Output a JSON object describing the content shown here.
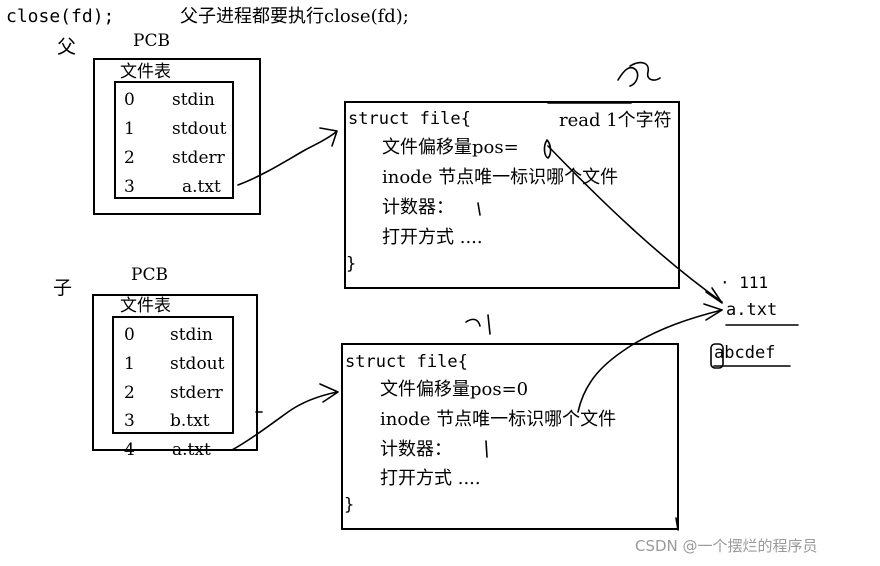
{
  "header": {
    "code": "close(fd);",
    "note": "父子进程都要执行close(fd);"
  },
  "parent": {
    "label": "父",
    "pcb": "PCB",
    "table_title": "文件表",
    "rows": [
      {
        "fd": "0",
        "name": "stdin"
      },
      {
        "fd": "1",
        "name": "stdout"
      },
      {
        "fd": "2",
        "name": "stderr"
      },
      {
        "fd": "3",
        "name": "a.txt"
      }
    ]
  },
  "child": {
    "label": "子",
    "pcb": "PCB",
    "table_title": "文件表",
    "rows": [
      {
        "fd": "0",
        "name": "stdin"
      },
      {
        "fd": "1",
        "name": "stdout"
      },
      {
        "fd": "2",
        "name": "stderr"
      },
      {
        "fd": "3",
        "name": "b.txt"
      },
      {
        "fd": "4",
        "name": "a.txt"
      }
    ]
  },
  "file_struct_top": {
    "lines": [
      "struct file{",
      "文件偏移量pos=",
      "inode 节点唯一标识哪个文件",
      "计数器：",
      "打开方式 ....",
      "}"
    ],
    "annotation": "read 1个字符"
  },
  "file_struct_bottom": {
    "lines": [
      "struct file{",
      "文件偏移量pos=0",
      "inode 节点唯一标识哪个文件",
      "计数器：",
      "打开方式 ....",
      "}"
    ]
  },
  "disk_file": {
    "mark": "· 111",
    "name": "a.txt",
    "content": "abcdef"
  },
  "watermark": "CSDN @一个摆烂的程序员"
}
